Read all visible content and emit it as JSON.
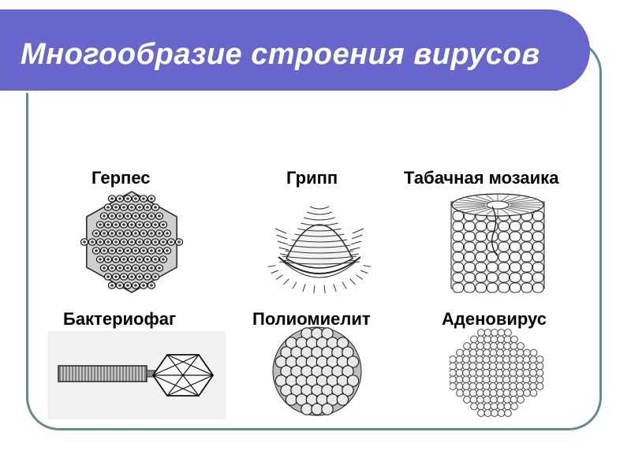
{
  "slide": {
    "title": "Многообразие строения вирусов",
    "accent_color": "#6666cc",
    "frame_color": "#5e8f8b"
  },
  "viruses": [
    {
      "label": "Герпес",
      "icon": "herpes-virus-icon"
    },
    {
      "label": "Грипп",
      "icon": "influenza-virus-icon"
    },
    {
      "label": "Табачная мозаика",
      "icon": "tobacco-mosaic-virus-icon"
    },
    {
      "label": "Бактериофаг",
      "icon": "bacteriophage-icon"
    },
    {
      "label": "Полиомиелит",
      "icon": "poliovirus-icon"
    },
    {
      "label": "Аденовирус",
      "icon": "adenovirus-icon"
    }
  ]
}
